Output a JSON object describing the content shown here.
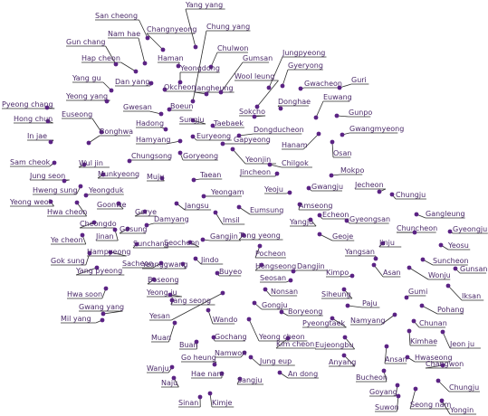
{
  "chart_data": {
    "type": "scatter",
    "title": "",
    "xlabel": "",
    "ylabel": "",
    "grid": false,
    "legend": "none",
    "colors": {
      "point": "#5b2384",
      "leader_line": "#2e2e2e",
      "label": "#4a2a68"
    },
    "cities": [
      {
        "name": "Yang yang"
      },
      {
        "name": "San cheong"
      },
      {
        "name": "Changnyeong"
      },
      {
        "name": "Chung yang"
      },
      {
        "name": "Nam hae"
      },
      {
        "name": "Gun chang"
      },
      {
        "name": "Chulwon"
      },
      {
        "name": "Gumsan"
      },
      {
        "name": "Jungpyeong"
      },
      {
        "name": "Hap cheon"
      },
      {
        "name": "Haman"
      },
      {
        "name": "Yeongdong"
      },
      {
        "name": "Gyeryong"
      },
      {
        "name": "Wool leung"
      },
      {
        "name": "Yang gu"
      },
      {
        "name": "Dan yang"
      },
      {
        "name": "Okcheon"
      },
      {
        "name": "Jangheung"
      },
      {
        "name": "Gwacheon"
      },
      {
        "name": "Guri"
      },
      {
        "name": "Euwang"
      },
      {
        "name": "Yeong yang"
      },
      {
        "name": "Pyeong chang"
      },
      {
        "name": "Gwesan"
      },
      {
        "name": "Boeun"
      },
      {
        "name": "Donghae"
      },
      {
        "name": "Sokcho"
      },
      {
        "name": "Gunpo"
      },
      {
        "name": "Euseong"
      },
      {
        "name": "Sungju"
      },
      {
        "name": "Taebaek"
      },
      {
        "name": "Hong chun"
      },
      {
        "name": "Hadong"
      },
      {
        "name": "Gwangmyeong"
      },
      {
        "name": "Dongducheon"
      },
      {
        "name": "Bonghwa"
      },
      {
        "name": "In jae"
      },
      {
        "name": "Hamyang"
      },
      {
        "name": "Euryeong"
      },
      {
        "name": "Gapyeong"
      },
      {
        "name": "Hanam"
      },
      {
        "name": "Osan"
      },
      {
        "name": "Chungsong"
      },
      {
        "name": "Goryeong"
      },
      {
        "name": "Yeonjin"
      },
      {
        "name": "Sam cheok"
      },
      {
        "name": "Wul jin"
      },
      {
        "name": "Chilgok"
      },
      {
        "name": "Jincheon"
      },
      {
        "name": "Mokpo"
      },
      {
        "name": "Jung seon"
      },
      {
        "name": "Munkyeong"
      },
      {
        "name": "Taean"
      },
      {
        "name": "Muju"
      },
      {
        "name": "Jecheon"
      },
      {
        "name": "Hweng sung"
      },
      {
        "name": "Gwangju"
      },
      {
        "name": "Chungju"
      },
      {
        "name": "Yeongduk"
      },
      {
        "name": "Yeongam"
      },
      {
        "name": "Yeoju"
      },
      {
        "name": "Yeong weol"
      },
      {
        "name": "Goonwe"
      },
      {
        "name": "Hwa cheon"
      },
      {
        "name": "Jangsu"
      },
      {
        "name": "Eumsung"
      },
      {
        "name": "Amseong"
      },
      {
        "name": "Gorye"
      },
      {
        "name": "Cheongdo"
      },
      {
        "name": "Echeon"
      },
      {
        "name": "Gyeongsan"
      },
      {
        "name": "Gangleung"
      },
      {
        "name": "Imsil"
      },
      {
        "name": "Damyang"
      },
      {
        "name": "Yangju"
      },
      {
        "name": "Jinan"
      },
      {
        "name": "Ye cheon"
      },
      {
        "name": "Chuncheon"
      },
      {
        "name": "Gyeongju"
      },
      {
        "name": "Gosung"
      },
      {
        "name": "Geoje"
      },
      {
        "name": "Gangjin"
      },
      {
        "name": "Tong yeong"
      },
      {
        "name": "Jinju"
      },
      {
        "name": "Sunchang"
      },
      {
        "name": "Seocheon"
      },
      {
        "name": "Yeosu"
      },
      {
        "name": "Pocheon"
      },
      {
        "name": "Hampyeong"
      },
      {
        "name": "Yangsan"
      },
      {
        "name": "Gok sung"
      },
      {
        "name": "Jindo"
      },
      {
        "name": "Suncheon"
      },
      {
        "name": "Sacheon"
      },
      {
        "name": "Yeonggwang"
      },
      {
        "name": "Hongseong"
      },
      {
        "name": "Dangjin"
      },
      {
        "name": "Wonju"
      },
      {
        "name": "Gunsan"
      },
      {
        "name": "Yang pyeong"
      },
      {
        "name": "Asan"
      },
      {
        "name": "Kimpo"
      },
      {
        "name": "Buyeo"
      },
      {
        "name": "Seosan"
      },
      {
        "name": "Boseong"
      },
      {
        "name": "Iksan"
      },
      {
        "name": "Hwa soon"
      },
      {
        "name": "Nonsan"
      },
      {
        "name": "Gumi"
      },
      {
        "name": "Yeong ju"
      },
      {
        "name": "Siheung"
      },
      {
        "name": "Gongju"
      },
      {
        "name": "Jang seong"
      },
      {
        "name": "Paju"
      },
      {
        "name": "Boryeong"
      },
      {
        "name": "Pohang"
      },
      {
        "name": "Gwang yang"
      },
      {
        "name": "Pyeongtaek"
      },
      {
        "name": "Namyang"
      },
      {
        "name": "Yesan"
      },
      {
        "name": "Mil yang"
      },
      {
        "name": "Chunan"
      },
      {
        "name": "Wando"
      },
      {
        "name": "Yeong cheon"
      },
      {
        "name": "Muan"
      },
      {
        "name": "Kimhae"
      },
      {
        "name": "Gochang"
      },
      {
        "name": "Kim cheon"
      },
      {
        "name": "Jeon ju"
      },
      {
        "name": "Buan"
      },
      {
        "name": "Eujeongbu"
      },
      {
        "name": "Namwon"
      },
      {
        "name": "Ansan"
      },
      {
        "name": "Hwaseong"
      },
      {
        "name": "Go heung"
      },
      {
        "name": "Anyang"
      },
      {
        "name": "Changwon"
      },
      {
        "name": "Jung eup"
      },
      {
        "name": "Wanju"
      },
      {
        "name": "Hae nam"
      },
      {
        "name": "An dong"
      },
      {
        "name": "Bucheon"
      },
      {
        "name": "Chungju"
      },
      {
        "name": "Naju"
      },
      {
        "name": "Sangju"
      },
      {
        "name": "Goyang"
      },
      {
        "name": "Sinan"
      },
      {
        "name": "Kimje"
      },
      {
        "name": "Suwon"
      },
      {
        "name": "Seong nam"
      },
      {
        "name": "Yongin"
      }
    ]
  }
}
